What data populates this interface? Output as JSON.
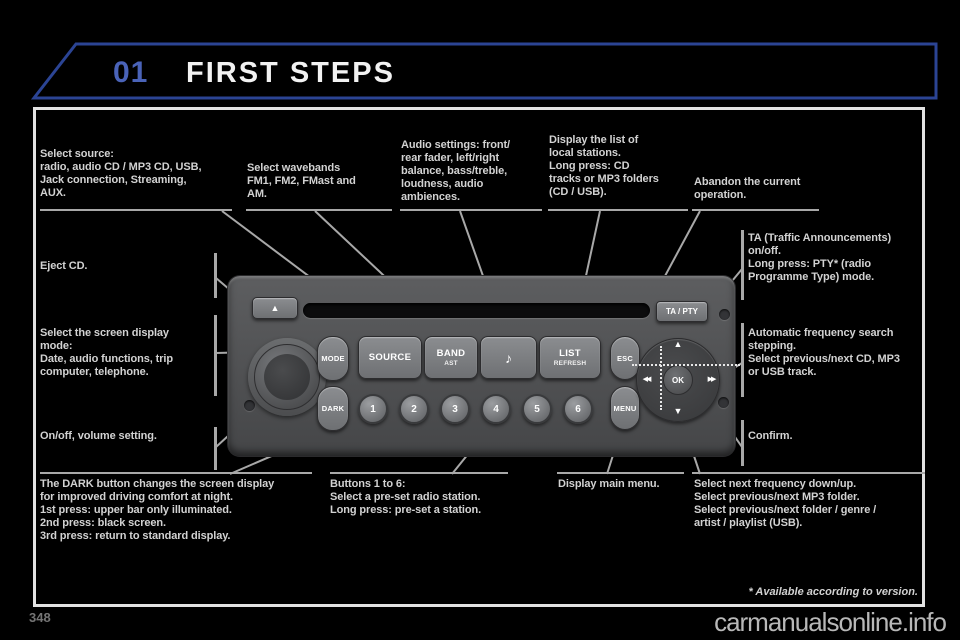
{
  "title": {
    "chapter": "01",
    "heading": "FIRST STEPS"
  },
  "colors": {
    "page_background": "#000000",
    "banner_border_blue": "#2b4494",
    "chapter_number_blue": "#4a63b8",
    "box_border": "#e3e3e3",
    "annotation_text": "#d2d2d2",
    "callout_line": "#a8a8a8",
    "radio_body": "#525355",
    "watermark_gray": "#b8b8b8"
  },
  "annotations": {
    "select_source": "Select source:\nradio, audio CD / MP3 CD, USB,\nJack connection, Streaming,\nAUX.",
    "select_waveband": "Select wavebands\nFM1, FM2, FMast and\nAM.",
    "audio_settings": "Audio settings: front/\nrear fader, left/right\nbalance, bass/treble,\nloudness, audio\nambiences.",
    "display_list": "Display the list of\nlocal stations.\nLong press: CD\ntracks or MP3 folders\n(CD / USB).",
    "abandon": "Abandon the current\noperation.",
    "ta_pty": "TA (Traffic Announcements)\non/off.\nLong press: PTY* (radio\nProgramme Type) mode.",
    "auto_search": "Automatic frequency search\nstepping.\nSelect previous/next CD, MP3\nor USB track.",
    "confirm": "Confirm.",
    "eject": "Eject CD.",
    "screen_display": "Select the screen display\nmode:\nDate, audio functions, trip\ncomputer, telephone.",
    "volume": "On/off, volume setting.",
    "dark_button": "The DARK button changes the screen display\nfor improved driving comfort at night.\n1st press: upper bar only illuminated.\n2nd press: black screen.\n3rd press: return to standard display.",
    "preset_buttons": "Buttons 1 to 6:\nSelect a pre-set radio station.\nLong press: pre-set a station.",
    "main_menu": "Display main menu.",
    "freq_down_up": "Select next frequency down/up.\nSelect previous/next MP3 folder.\nSelect previous/next folder / genre /\nartist / playlist (USB)."
  },
  "radio": {
    "eject_symbol": "▲",
    "ta_pty_label": "TA / PTY",
    "mode_label": "MODE",
    "dark_label": "DARK",
    "source_label": "SOURCE",
    "band_label": "BAND",
    "band_sub": "AST",
    "music_icon": "♪",
    "list_label": "LIST",
    "list_sub": "REFRESH",
    "esc_label": "ESC",
    "menu_label": "MENU",
    "ok_label": "OK",
    "up_symbol": "▲",
    "down_symbol": "▼",
    "prev_symbol": "◀◀",
    "next_symbol": "▶▶",
    "presets": [
      "1",
      "2",
      "3",
      "4",
      "5",
      "6"
    ]
  },
  "footer": {
    "availability_note": "*  Available according to version.",
    "page_number": "348",
    "watermark": "carmanualsonline.info"
  }
}
